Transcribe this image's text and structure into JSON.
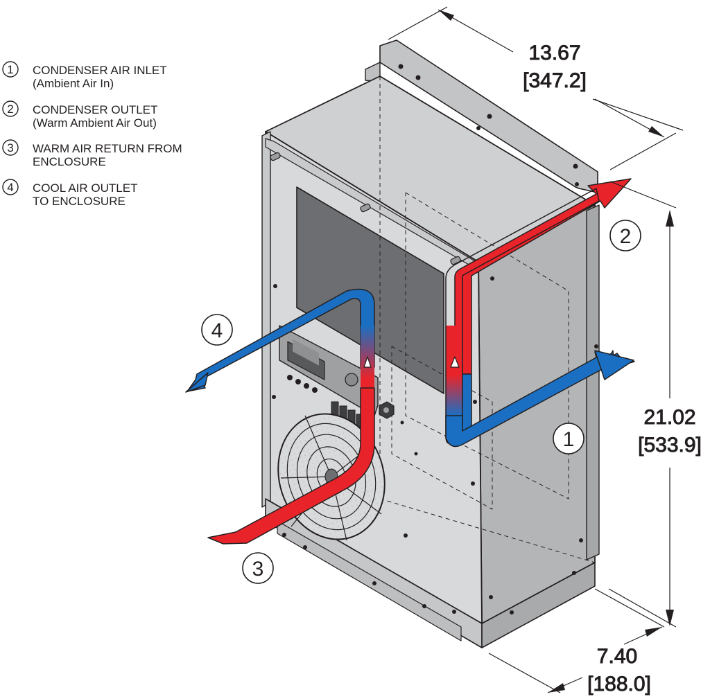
{
  "legend": [
    {
      "num": "1",
      "line1": "CONDENSER AIR INLET",
      "line2": "(Ambient Air In)"
    },
    {
      "num": "2",
      "line1": "CONDENSER OUTLET",
      "line2": "(Warm Ambient Air Out)"
    },
    {
      "num": "3",
      "line1": "WARM AIR RETURN FROM",
      "line2": "ENCLOSURE"
    },
    {
      "num": "4",
      "line1": "COOL AIR OUTLET",
      "line2": "TO ENCLOSURE"
    }
  ],
  "callouts": {
    "c1": "1",
    "c2": "2",
    "c3": "3",
    "c4": "4"
  },
  "dimensions": {
    "width": {
      "inch": "13.67",
      "mm": "[347.2]"
    },
    "height": {
      "inch": "21.02",
      "mm": "[533.9]"
    },
    "depth": {
      "inch": "7.40",
      "mm": "[188.0]"
    }
  },
  "colors": {
    "warm_air": "#e8242a",
    "cool_air": "#1b6fc2",
    "outline": "#231f20",
    "panel_light": "#d6d7d9",
    "panel_mid": "#c3c4c6",
    "panel_dark": "#adaeb0",
    "display": "#6d6e71"
  }
}
